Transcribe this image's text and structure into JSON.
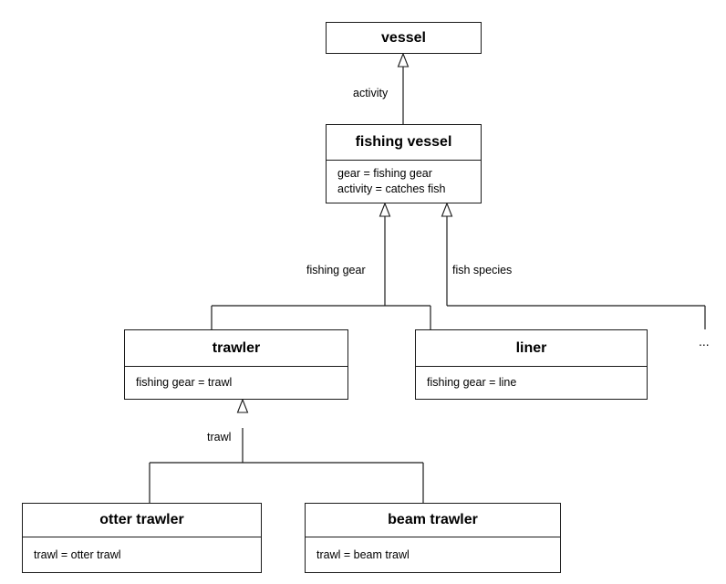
{
  "diagram": {
    "nodes": {
      "vessel": {
        "title": "vessel",
        "attributes": []
      },
      "fishing_vessel": {
        "title": "fishing vessel",
        "attributes": [
          "gear = fishing gear",
          "activity = catches fish"
        ]
      },
      "trawler": {
        "title": "trawler",
        "attributes": [
          "fishing gear = trawl"
        ]
      },
      "liner": {
        "title": "liner",
        "attributes": [
          "fishing gear = line"
        ]
      },
      "otter_trawler": {
        "title": "otter trawler",
        "attributes": [
          "trawl = otter trawl"
        ]
      },
      "beam_trawler": {
        "title": "beam trawler",
        "attributes": [
          "trawl = beam trawl"
        ]
      }
    },
    "edge_labels": {
      "activity": "activity",
      "fishing_gear": "fishing gear",
      "fish_species": "fish species",
      "trawl": "trawl"
    },
    "ellipsis": "..."
  }
}
